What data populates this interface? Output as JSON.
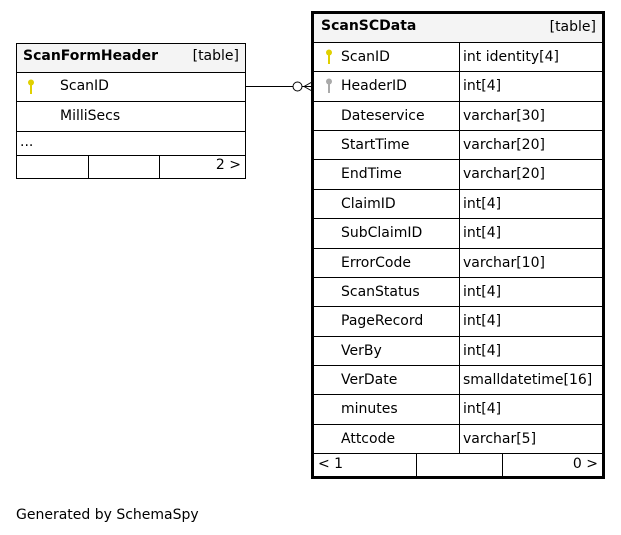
{
  "tables": {
    "left": {
      "name": "ScanFormHeader",
      "type": "[table]",
      "columns": [
        {
          "name": "ScanID",
          "pk": true
        },
        {
          "name": "MilliSecs"
        }
      ],
      "more": "...",
      "footer_right": "2 >"
    },
    "right": {
      "name": "ScanSCData",
      "type": "[table]",
      "columns": [
        {
          "name": "ScanID",
          "type": "int identity[4]",
          "key": "pk"
        },
        {
          "name": "HeaderID",
          "type": "int[4]",
          "key": "fk"
        },
        {
          "name": "Dateservice",
          "type": "varchar[30]"
        },
        {
          "name": "StartTime",
          "type": "varchar[20]"
        },
        {
          "name": "EndTime",
          "type": "varchar[20]"
        },
        {
          "name": "ClaimID",
          "type": "int[4]"
        },
        {
          "name": "SubClaimID",
          "type": "int[4]"
        },
        {
          "name": "ErrorCode",
          "type": "varchar[10]"
        },
        {
          "name": "ScanStatus",
          "type": "int[4]"
        },
        {
          "name": "PageRecord",
          "type": "int[4]"
        },
        {
          "name": "VerBy",
          "type": "int[4]"
        },
        {
          "name": "VerDate",
          "type": "smalldatetime[16]"
        },
        {
          "name": "minutes",
          "type": "int[4]"
        },
        {
          "name": "Attcode",
          "type": "varchar[5]"
        }
      ],
      "footer_left": "< 1",
      "footer_right": "0 >"
    }
  },
  "footer": "Generated by SchemaSpy",
  "colors": {
    "pk_key": "#e0d000",
    "fk_key": "#aaaaaa"
  }
}
